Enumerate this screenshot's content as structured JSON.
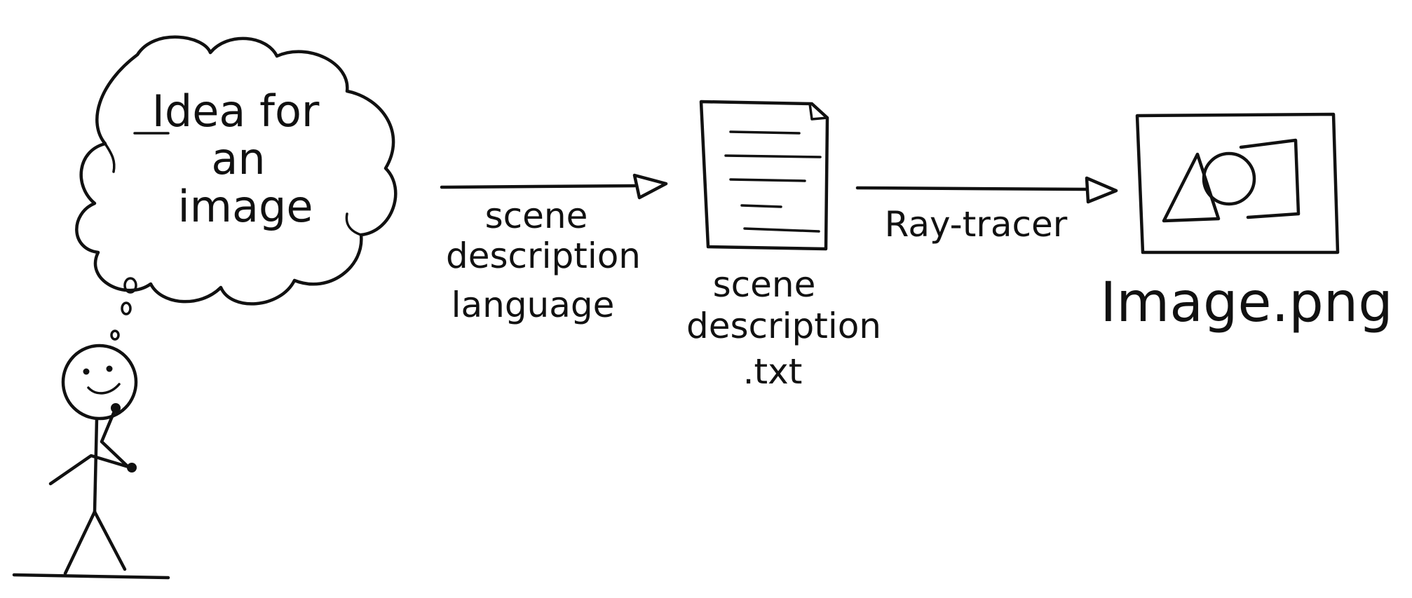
{
  "thought_bubble": {
    "line1": "Idea for",
    "line2": "an",
    "line3": "image"
  },
  "arrow1": {
    "line1": "scene",
    "line2": "description",
    "line3": "language"
  },
  "document": {
    "line1": "scene",
    "line2": "description",
    "line3": ".txt"
  },
  "arrow2": {
    "label": "Ray-tracer"
  },
  "output": {
    "label": "Image.png"
  }
}
